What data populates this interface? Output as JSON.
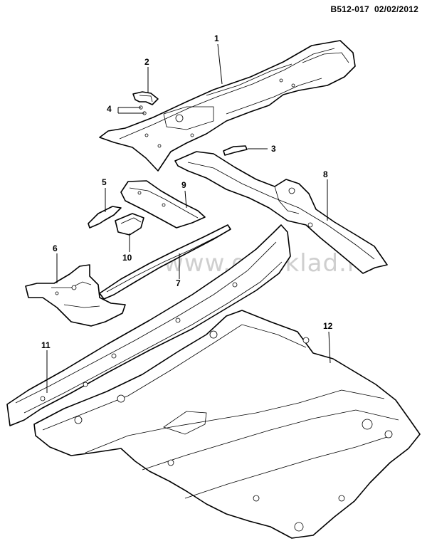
{
  "header": {
    "code": "B512-017",
    "date": "02/02/2012"
  },
  "watermark": "www.gmsklad.ru",
  "callouts": [
    "1",
    "2",
    "3",
    "4",
    "5",
    "6",
    "7",
    "8",
    "9",
    "10",
    "11",
    "12"
  ]
}
